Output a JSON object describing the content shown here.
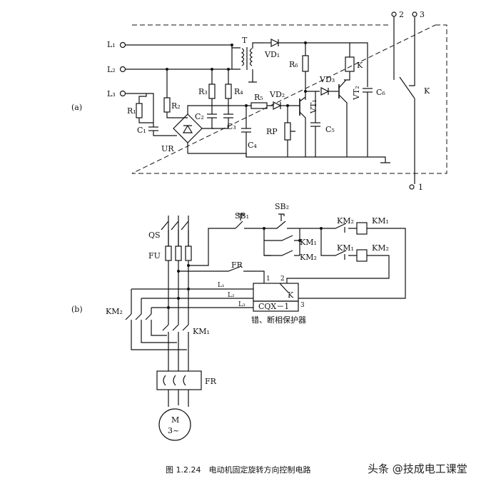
{
  "diagram_a": {
    "panel_label": "(a)",
    "inputs": [
      "L₁",
      "L₂",
      "L₃"
    ],
    "terminals": [
      "2",
      "3",
      "1"
    ],
    "components": {
      "T": "T",
      "VD1": "VD₁",
      "VD2": "VD₂",
      "VD3": "VD₃",
      "R1": "R₁",
      "R2": "R₂",
      "R3": "R₃",
      "R4": "R₄",
      "R5": "R₅",
      "R6": "R₆",
      "C1": "C₁",
      "C2": "C₂",
      "C3": "C₃",
      "C4": "C₄",
      "C5": "C₅",
      "C6": "C₆",
      "UR": "UR",
      "RP": "RP",
      "VT1": "VT₁",
      "VT2": "VT₂",
      "K_coil": "K",
      "K_contact": "K"
    }
  },
  "diagram_b": {
    "panel_label": "(b)",
    "labels": {
      "QS": "QS",
      "FU": "FU",
      "FR_top": "FR",
      "FR_bottom": "FR",
      "SB1": "SB₁",
      "SB2": "SB₂",
      "KM1_hold": "KM₁",
      "KM2_hold": "KM₂",
      "KM2_interlock": "KM₂",
      "KM1_coil": "KM₁",
      "KM1_interlock": "KM₁",
      "KM2_coil": "KM₂",
      "KM2_main": "KM₂",
      "KM1_main": "KM₁",
      "L1": "L₁",
      "L2": "L₂",
      "L3": "L₃",
      "pin1": "1",
      "pin2": "2",
      "pin3": "3",
      "K": "K",
      "device": "CQX－1",
      "device_name": "错、断相保护器",
      "motor": "M",
      "motor_phase": "3~"
    }
  },
  "caption": "图 1.2.24　电动机固定旋转方向控制电路",
  "watermark": "头条 @技成电工课堂"
}
